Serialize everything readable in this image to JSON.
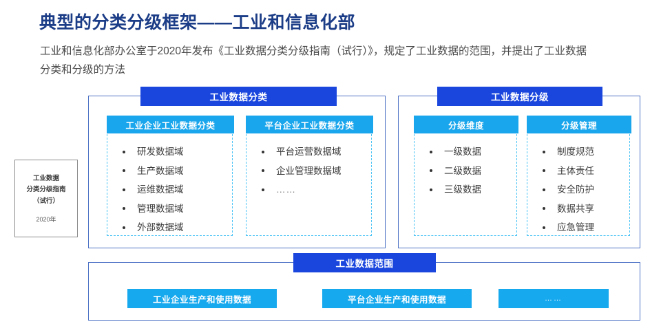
{
  "page_title": "典型的分类分级框架——工业和信息化部",
  "subtitle": "工业和信息化部办公室于2020年发布《工业数据分类分级指南（试行）》，规定了工业数据的范围，并提出了工业数据分类和分级的方法",
  "colors": {
    "title_blue": "#1b3c86",
    "panel_header_blue": "#1a46de",
    "panel_border_blue": "#4a6fc4",
    "group_header_cyan": "#1aa6ec",
    "group_border_cyan": "#49c3f5",
    "chip_cyan": "#17a9ee"
  },
  "doc_card": {
    "line1": "工业数据",
    "line2": "分类分级指南",
    "line3": "（试行）",
    "year": "2020年"
  },
  "panels": [
    {
      "header": "工业数据分类",
      "groups": [
        {
          "header": "工业企业工业数据分类",
          "items": [
            "研发数据域",
            "生产数据域",
            "运维数据域",
            "管理数据域",
            "外部数据域"
          ]
        },
        {
          "header": "平台企业工业数据分类",
          "items": [
            "平台运营数据域",
            "企业管理数据域",
            "……"
          ]
        }
      ]
    },
    {
      "header": "工业数据分级",
      "groups": [
        {
          "header": "分级维度",
          "items": [
            "一级数据",
            "二级数据",
            "三级数据"
          ]
        },
        {
          "header": "分级管理",
          "items": [
            "制度规范",
            "主体责任",
            "安全防护",
            "数据共享",
            "应急管理"
          ]
        }
      ]
    }
  ],
  "scope_panel": {
    "header": "工业数据范围",
    "chips": [
      "工业企业生产和使用数据",
      "平台企业生产和使用数据",
      "……"
    ]
  }
}
